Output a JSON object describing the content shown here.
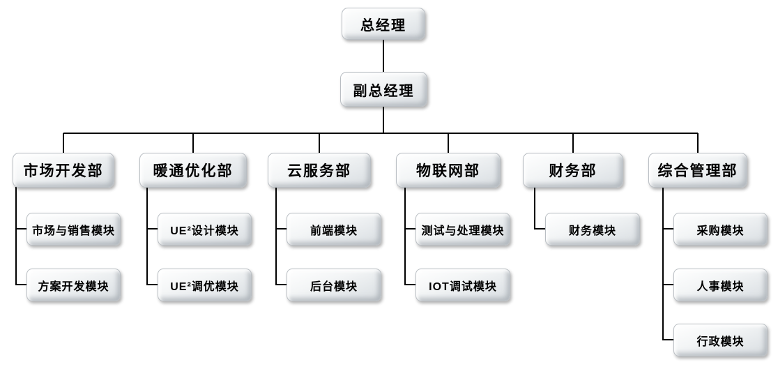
{
  "org_chart": {
    "type": "org-hierarchy",
    "root": {
      "label": "总经理"
    },
    "deputy": {
      "label": "副总经理"
    },
    "departments": [
      {
        "label": "市场开发部",
        "modules": [
          {
            "label": "市场与销售模块"
          },
          {
            "label": "方案开发模块"
          }
        ]
      },
      {
        "label": "暖通优化部",
        "modules": [
          {
            "label": "UE²设计模块"
          },
          {
            "label": "UE²调优模块"
          }
        ]
      },
      {
        "label": "云服务部",
        "modules": [
          {
            "label": "前端模块"
          },
          {
            "label": "后台模块"
          }
        ]
      },
      {
        "label": "物联网部",
        "modules": [
          {
            "label": "测试与处理模块"
          },
          {
            "label": "IOT调试模块"
          }
        ]
      },
      {
        "label": "财务部",
        "modules": [
          {
            "label": "财务模块"
          }
        ]
      },
      {
        "label": "综合管理部",
        "modules": [
          {
            "label": "采购模块"
          },
          {
            "label": "人事模块"
          },
          {
            "label": "行政模块"
          }
        ]
      }
    ],
    "colors": {
      "background": "#ffffff",
      "connector_line": "#000000",
      "node_face_light": "#ffffff",
      "node_face_dark": "#d9dde0",
      "node_border": "#b9bec3",
      "text": "#000000"
    }
  }
}
